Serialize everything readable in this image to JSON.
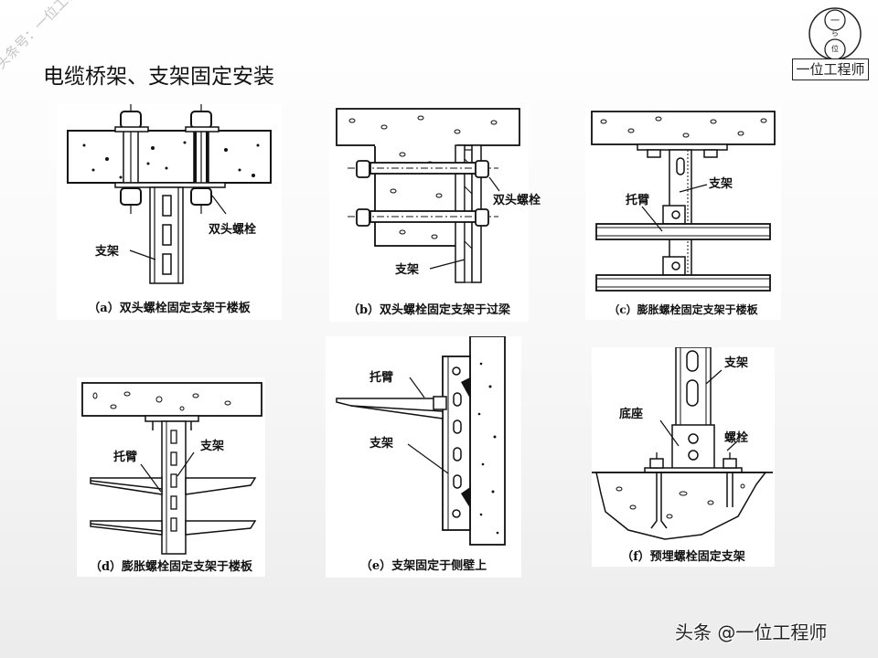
{
  "slide": {
    "title": "电缆桥架、支架固定安装",
    "watermark": "头条号：一位工程师",
    "logo": {
      "top_char": "一",
      "mid_char": "ら",
      "bottom_char": "位",
      "label": "一位工程师"
    },
    "footer": "头条 @一位工程师"
  },
  "panels": [
    {
      "id": "a",
      "caption": "（a）双头螺栓固定支架于楼板",
      "labels": [
        "双头螺栓",
        "支架"
      ]
    },
    {
      "id": "b",
      "caption": "（b）双头螺栓固定支架于过梁",
      "labels": [
        "双头螺栓",
        "支架"
      ]
    },
    {
      "id": "c",
      "caption": "（c）膨胀螺栓固定支架于楼板",
      "labels": [
        "支架",
        "托臂"
      ]
    },
    {
      "id": "d",
      "caption": "（d）膨胀螺栓固定支架于楼板",
      "labels": [
        "支架",
        "托臂"
      ]
    },
    {
      "id": "e",
      "caption": "（e）支架固定于侧壁上",
      "labels": [
        "托臂",
        "支架"
      ]
    },
    {
      "id": "f",
      "caption": "（f）预埋螺栓固定支架",
      "labels": [
        "支架",
        "底座",
        "螺栓"
      ]
    }
  ]
}
